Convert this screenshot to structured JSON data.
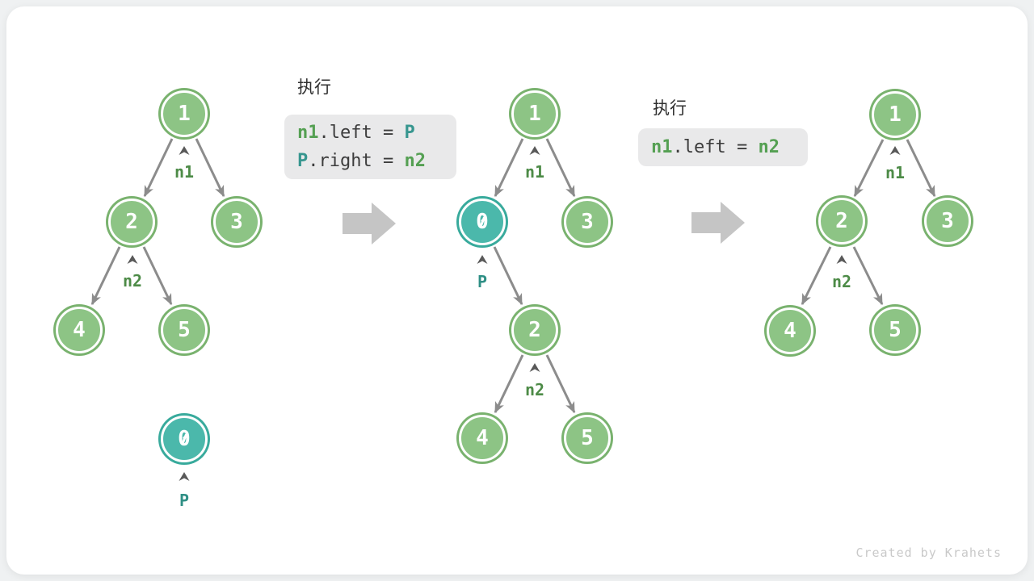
{
  "colors": {
    "node_green": "#8dc485",
    "node_green_ring": "#79b26e",
    "node_teal": "#4bb8ab",
    "node_teal_ring": "#38aa9c",
    "label_green": "#4d8b47",
    "label_teal": "#2f8f85",
    "code_green": "#55a053",
    "code_teal": "#37968f",
    "edge_gray": "#8c8c8c",
    "big_arrow": "#c5c5c5"
  },
  "trees": {
    "left": {
      "node1": "1",
      "node2": "2",
      "node3": "3",
      "node4": "4",
      "node5": "5",
      "node0": "0",
      "label_n1": "n1",
      "label_n2": "n2",
      "label_p": "P"
    },
    "middle": {
      "node1": "1",
      "node0": "0",
      "node3": "3",
      "node2": "2",
      "node4": "4",
      "node5": "5",
      "label_n1": "n1",
      "label_p": "P",
      "label_n2": "n2"
    },
    "right": {
      "node1": "1",
      "node2": "2",
      "node3": "3",
      "node4": "4",
      "node5": "5",
      "label_n1": "n1",
      "label_n2": "n2"
    }
  },
  "code1": {
    "title": "执行",
    "line1": {
      "lhs": "n1",
      "mid": ".left = ",
      "rhs": "P"
    },
    "line2": {
      "lhs": "P",
      "mid": ".right = ",
      "rhs": "n2"
    }
  },
  "code2": {
    "title": "执行",
    "line1": {
      "lhs": "n1",
      "mid": ".left = ",
      "rhs": "n2"
    }
  },
  "watermark": "Created by Krahets"
}
